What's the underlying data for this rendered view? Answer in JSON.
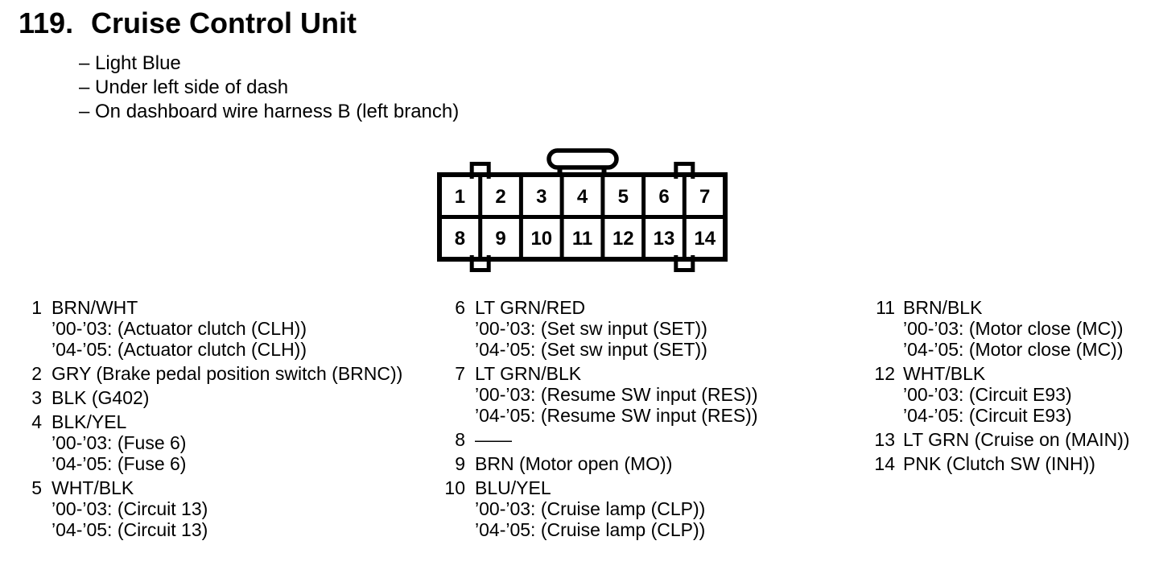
{
  "header": {
    "number": "119.",
    "title": "Cruise Control Unit",
    "notes": [
      "– Light Blue",
      "– Under left side of dash",
      "– On dashboard wire harness B (left branch)"
    ]
  },
  "connector": {
    "pins": [
      "1",
      "2",
      "3",
      "4",
      "5",
      "6",
      "7",
      "8",
      "9",
      "10",
      "11",
      "12",
      "13",
      "14"
    ]
  },
  "columns": [
    {
      "items": [
        {
          "num": "1",
          "label": "BRN/WHT",
          "details": [
            "’00-’03: (Actuator clutch (CLH))",
            "’04-’05: (Actuator clutch (CLH))"
          ]
        },
        {
          "num": "2",
          "label": "GRY (Brake pedal position switch (BRNC))",
          "details": []
        },
        {
          "num": "3",
          "label": "BLK (G402)",
          "details": []
        },
        {
          "num": "4",
          "label": "BLK/YEL",
          "details": [
            "’00-’03: (Fuse 6)",
            "’04-’05: (Fuse 6)"
          ]
        },
        {
          "num": "5",
          "label": "WHT/BLK",
          "details": [
            "’00-’03: (Circuit 13)",
            "’04-’05: (Circuit 13)"
          ]
        }
      ]
    },
    {
      "items": [
        {
          "num": "6",
          "label": "LT GRN/RED",
          "details": [
            "’00-’03: (Set sw input (SET))",
            "’04-’05: (Set sw input (SET))"
          ]
        },
        {
          "num": "7",
          "label": "LT GRN/BLK",
          "details": [
            "’00-’03: (Resume SW input (RES))",
            "’04-’05: (Resume SW input (RES))"
          ]
        },
        {
          "num": "8",
          "label": "——",
          "details": []
        },
        {
          "num": "9",
          "label": "BRN (Motor open (MO))",
          "details": []
        },
        {
          "num": "10",
          "label": "BLU/YEL",
          "details": [
            "’00-’03: (Cruise lamp (CLP))",
            "’04-’05: (Cruise lamp (CLP))"
          ]
        }
      ]
    },
    {
      "items": [
        {
          "num": "11",
          "label": "BRN/BLK",
          "details": [
            "’00-’03: (Motor close (MC))",
            "’04-’05: (Motor close (MC))"
          ]
        },
        {
          "num": "12",
          "label": "WHT/BLK",
          "details": [
            "’00-’03: (Circuit E93)",
            "’04-’05: (Circuit E93)"
          ]
        },
        {
          "num": "13",
          "label": "LT GRN (Cruise on (MAIN))",
          "details": []
        },
        {
          "num": "14",
          "label": "PNK (Clutch SW (INH))",
          "details": []
        }
      ]
    }
  ]
}
